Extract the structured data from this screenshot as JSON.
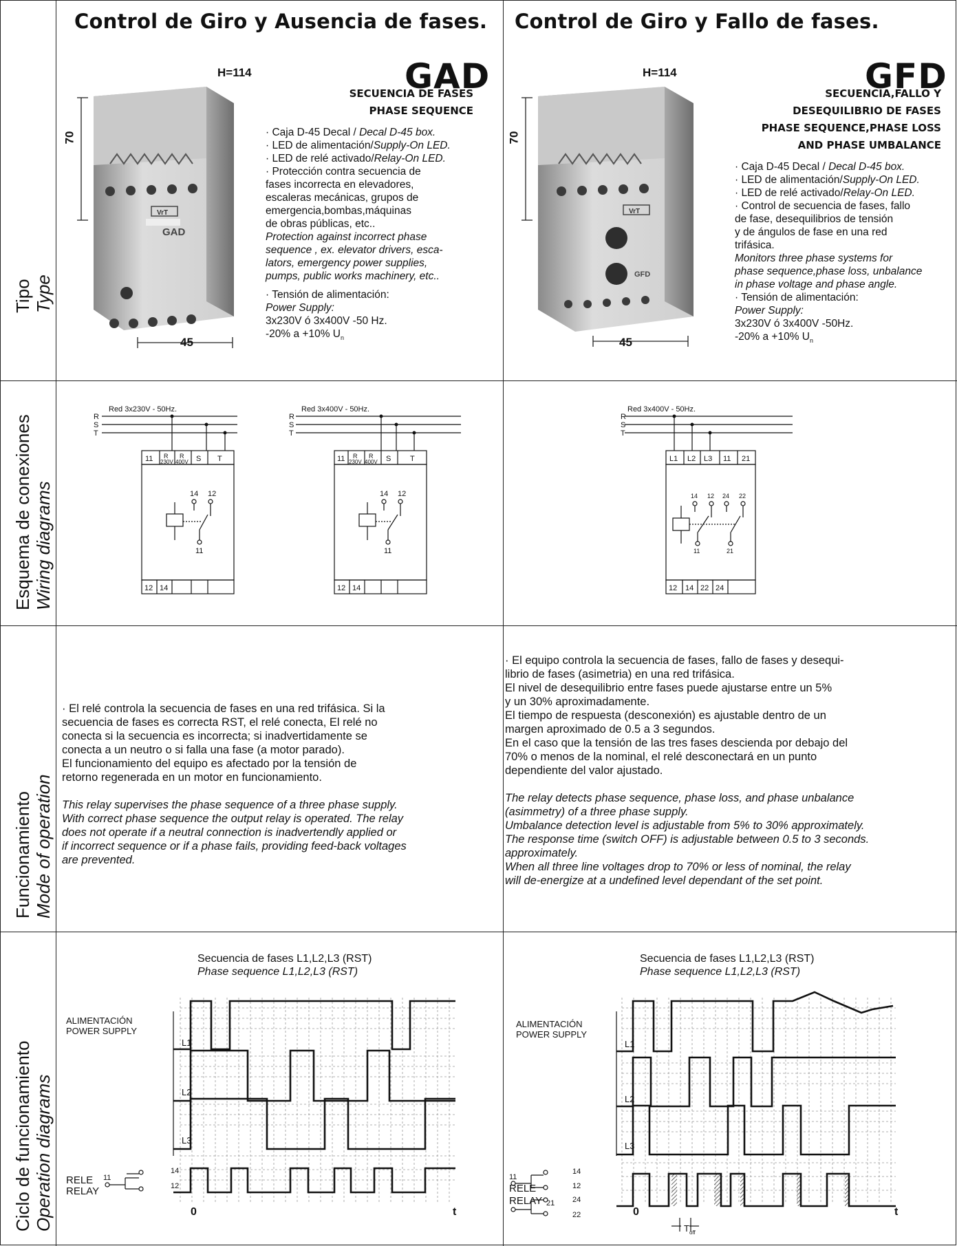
{
  "row_labels": {
    "tipo": {
      "es": "Tipo",
      "en": "Type"
    },
    "esquema": {
      "es": "Esquema de conexiones",
      "en": "Wiring diagrams"
    },
    "funcionamiento": {
      "es": "Funcionamiento",
      "en": "Mode of operation"
    },
    "ciclo": {
      "es": "Ciclo de funcionamiento",
      "en": "Operation diagrams"
    }
  },
  "gad": {
    "title": "Control de Giro y Ausencia de fases.",
    "height_label": "H=114",
    "code": "GAD",
    "subtitle_1": "SECUENCIA DE FASES",
    "subtitle_2": "PHASE SEQUENCE",
    "dim_height": "70",
    "dim_width": "45",
    "device_label": "GAD",
    "device_brand": "VrT",
    "features": {
      "box_es": "· Caja D-45 Decal / ",
      "box_en": "Decal D-45 box.",
      "led1_es": "· LED de alimentación/",
      "led1_en": "Supply-On LED.",
      "led2_es": "· LED de relé activado/",
      "led2_en": "Relay-On LED.",
      "prot_es_1": "· Protección contra secuencia de",
      "prot_es_2": "fases incorrecta en elevadores,",
      "prot_es_3": "escaleras mecánicas, grupos de",
      "prot_es_4": "emergencia,bombas,máquinas",
      "prot_es_5": "de obras públicas, etc..",
      "prot_en_1": "Protection against incorrect phase",
      "prot_en_2": "sequence , ex. elevator drivers, esca-",
      "prot_en_3": "lators, emergency power supplies,",
      "prot_en_4": "pumps, public works machinery, etc..",
      "volt_es": "· Tensión de alimentación:",
      "volt_en": "Power Supply:",
      "volt_1": "3x230V ó 3x400V -50 Hz.",
      "volt_2": "-20% a +10%  U"
    },
    "wiring_1": {
      "network": "Red 3x230V - 50Hz.",
      "terms_top": [
        "11",
        "R",
        "R",
        "S",
        "T"
      ],
      "terms_top_sub": [
        "",
        "230V",
        "400V",
        "",
        ""
      ],
      "contacts": [
        "14",
        "12",
        "11"
      ],
      "terms_bottom": [
        "12",
        "14",
        "",
        "",
        ""
      ]
    },
    "wiring_2": {
      "network": "Red 3x400V - 50Hz.",
      "terms_top": [
        "11",
        "R",
        "R",
        "S",
        "T"
      ],
      "terms_top_sub": [
        "",
        "230V",
        "400V",
        "",
        ""
      ],
      "contacts": [
        "14",
        "12",
        "11"
      ],
      "terms_bottom": [
        "12",
        "14",
        "",
        "",
        ""
      ]
    },
    "operation": {
      "es_1": "· El relé controla la secuencia de fases en una red trifásica. Si la",
      "es_2": "secuencia de fases es correcta RST, el relé conecta, El relé no",
      "es_3": "conecta si la secuencia es incorrecta; si inadvertidamente se",
      "es_4": "conecta a un neutro o si falla una fase (a motor parado).",
      "es_5": "El funcionamiento del  equipo es afectado por la tensión de",
      "es_6": "retorno regenerada en un motor en funcionamiento.",
      "en_1": "This relay supervises the phase sequence of a three phase supply.",
      "en_2": "With correct phase sequence the output relay is operated. The relay",
      "en_3": "does not operate if a neutral connection is inadvertendly applied or",
      "en_4": "if incorrect sequence or if a phase fails, providing feed-back voltages",
      "en_5": "are prevented."
    },
    "timing": {
      "title_es": "Secuencia de fases L1,L2,L3 (RST)",
      "title_en": "Phase sequence L1,L2,L3 (RST)",
      "supply_es": "ALIMENTACIÓN",
      "supply_en": "POWER SUPPLY",
      "l1": "L1",
      "l2": "L2",
      "l3": "L3",
      "relay_es": "RELE",
      "relay_en": "RELAY",
      "c11": "11",
      "c14": "14",
      "c12": "12",
      "origin": "0",
      "t": "t"
    }
  },
  "gfd": {
    "title": "Control de Giro y Fallo de fases.",
    "height_label": "H=114",
    "code": "GFD",
    "subtitle_1": "SECUENCIA,FALLO Y",
    "subtitle_2": "DESEQUILIBRIO DE FASES",
    "subtitle_3": "PHASE SEQUENCE,PHASE LOSS",
    "subtitle_4": "AND PHASE UMBALANCE",
    "dim_height": "70",
    "dim_width": "45",
    "device_label": "GFD",
    "device_brand": "VrT",
    "features": {
      "box_es": "· Caja D-45 Decal / ",
      "box_en": "Decal D-45 box.",
      "led1_es": "· LED de alimentación/",
      "led1_en": "Supply-On LED.",
      "led2_es": "· LED de relé activado/",
      "led2_en": "Relay-On LED.",
      "ctrl_es_1": "· Control de secuencia de fases, fallo",
      "ctrl_es_2": "de fase, desequilibrios de tensión",
      "ctrl_es_3": " y de ángulos de fase en una red",
      "ctrl_es_4": " trifásica.",
      "ctrl_en_1": "Monitors three phase systems for",
      "ctrl_en_2": "phase sequence,phase loss, unbalance",
      "ctrl_en_3": "in phase voltage and  phase angle.",
      "volt_es": "· Tensión de alimentación:",
      "volt_en": "Power Supply:",
      "volt_1": "3x230V ó 3x400V -50Hz.",
      "volt_2": "-20% a +10%  U"
    },
    "wiring": {
      "network": "Red 3x400V - 50Hz.",
      "terms_top": [
        "L1",
        "L2",
        "L3",
        "11",
        "21"
      ],
      "contacts": [
        "14",
        "12",
        "24",
        "22",
        "11",
        "21"
      ],
      "terms_bottom": [
        "12",
        "14",
        "22",
        "24"
      ]
    },
    "operation": {
      "es_1": "· El equipo controla la secuencia de fases, fallo de fases y desequi-",
      "es_2": "librio de fases (asimetria) en una red trifásica.",
      "es_3": "El nivel de desequilibrio entre fases puede ajustarse entre un 5%",
      "es_4": "y un  30% aproximadamente.",
      "es_5": "El tiempo de respuesta (desconexión) es ajustable dentro de un",
      "es_6": "margen  aproximado de 0.5 a 3 segundos.",
      "es_7": "En el caso que la tensión de las tres fases descienda por debajo del",
      "es_8": "70% o menos de la nominal, el relé desconectará en un punto",
      "es_9": "dependiente del valor ajustado.",
      "en_1": "The relay detects phase sequence, phase loss, and phase unbalance",
      "en_2": "(asimmetry) of a three phase supply.",
      "en_3": "Umbalance detection level is adjustable from 5% to 30% approximately.",
      "en_4": "The response time (switch OFF) is adjustable between 0.5 to 3 seconds.",
      "en_5": "approximately.",
      "en_6": "When all three line voltages drop to 70% or less of nominal, the relay",
      "en_7": "will de-energize at a undefined level dependant of the set point."
    },
    "timing": {
      "title_es": "Secuencia de fases L1,L2,L3 (RST)",
      "title_en": "Phase sequence L1,L2,L3 (RST)",
      "supply_es": "ALIMENTACIÓN",
      "supply_en": "POWER SUPPLY",
      "l1": "L1",
      "l2": "L2",
      "l3": "L3",
      "relay_es": "RELE",
      "relay_en": "RELAY",
      "c11": "11",
      "c14": "14",
      "c12": "12",
      "c21": "21",
      "c24": "24",
      "c22": "22",
      "origin": "0",
      "t": "t",
      "toff": "T",
      "toff_sub": "off"
    }
  }
}
